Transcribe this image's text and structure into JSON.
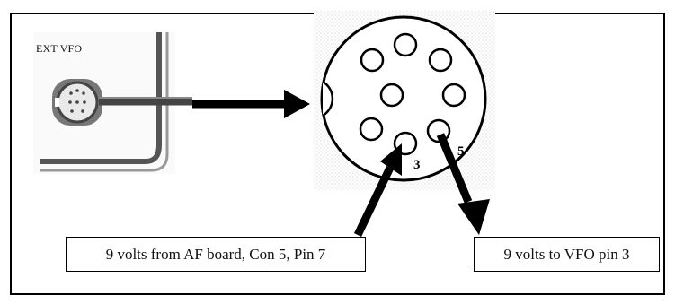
{
  "diagram": {
    "panel_label": "EXT VFO",
    "pin_labels": {
      "left_pin": "3",
      "right_pin": "5"
    },
    "callout_left": "9 volts from AF board, Con 5, Pin 7",
    "callout_right": "9 volts to VFO pin 3",
    "colors": {
      "ink": "#000000",
      "background": "#ffffff",
      "photo_gray": "#d8d8d8"
    }
  }
}
